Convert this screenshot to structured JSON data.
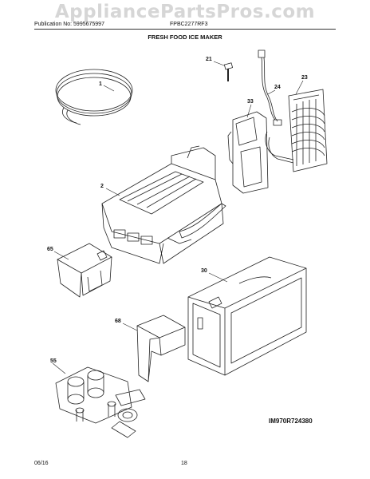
{
  "watermark": "AppliancePartsPros.com",
  "header": {
    "publication": "Publication No: 5995675997",
    "model": "FPBC2277RF3",
    "section_title": "FRESH FOOD ICE MAKER"
  },
  "callouts": {
    "c1": "1",
    "c2": "2",
    "c21": "21",
    "c23": "23",
    "c24": "24",
    "c30": "30",
    "c33": "33",
    "c55": "55",
    "c65": "65",
    "c68": "68"
  },
  "figure_ref": "IM970R724380",
  "footer": {
    "date": "06/16",
    "page": "18"
  }
}
